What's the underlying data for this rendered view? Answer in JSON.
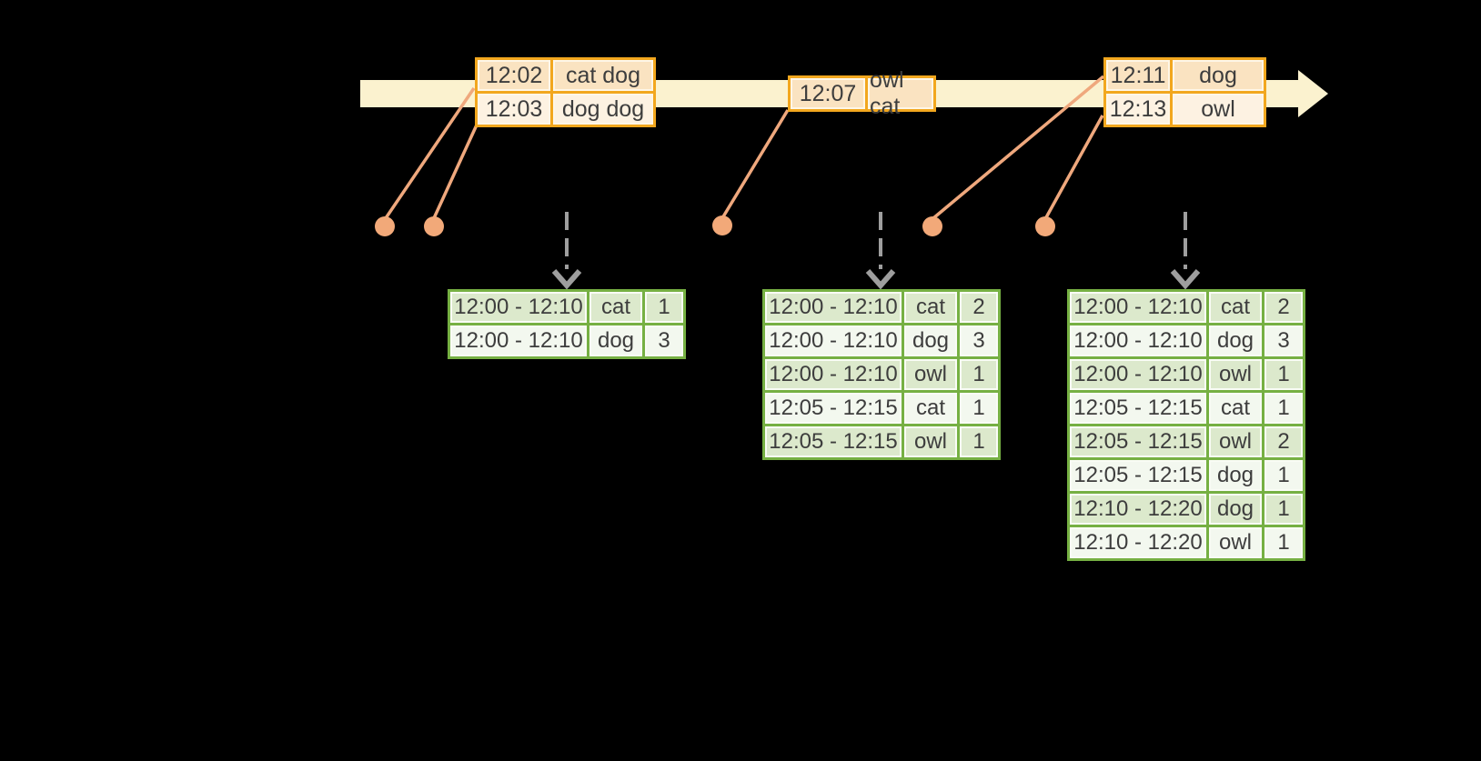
{
  "colors": {
    "background": "#000000",
    "timeline": "#FBF2CF",
    "event_border": "#F2A71E",
    "event_row_odd": "#FAE3C1",
    "event_row_even": "#FDF2E2",
    "event_inset": "#FEF6E7",
    "result_border": "#76B043",
    "result_row_odd": "#DCE9CC",
    "result_row_even": "#F3F8EF",
    "result_inset": "#F9FCF5",
    "connector": "#EFA87D",
    "dot": "#F2A979",
    "dashed_arrow": "#9E9E9E",
    "text": "#3D3D3D"
  },
  "event_tables": [
    {
      "rows": [
        [
          "12:02",
          "cat dog"
        ],
        [
          "12:03",
          "dog dog"
        ]
      ]
    },
    {
      "rows": [
        [
          "12:07",
          "owl cat"
        ]
      ]
    },
    {
      "rows": [
        [
          "12:11",
          "dog"
        ],
        [
          "12:13",
          "owl"
        ]
      ]
    }
  ],
  "result_tables": [
    {
      "rows": [
        [
          "12:00 - 12:10",
          "cat",
          "1"
        ],
        [
          "12:00 - 12:10",
          "dog",
          "3"
        ]
      ]
    },
    {
      "rows": [
        [
          "12:00 - 12:10",
          "cat",
          "2"
        ],
        [
          "12:00 - 12:10",
          "dog",
          "3"
        ],
        [
          "12:00 - 12:10",
          "owl",
          "1"
        ],
        [
          "12:05 - 12:15",
          "cat",
          "1"
        ],
        [
          "12:05 - 12:15",
          "owl",
          "1"
        ]
      ]
    },
    {
      "rows": [
        [
          "12:00 - 12:10",
          "cat",
          "2"
        ],
        [
          "12:00 - 12:10",
          "dog",
          "3"
        ],
        [
          "12:00 - 12:10",
          "owl",
          "1"
        ],
        [
          "12:05 - 12:15",
          "cat",
          "1"
        ],
        [
          "12:05 - 12:15",
          "owl",
          "2"
        ],
        [
          "12:05 - 12:15",
          "dog",
          "1"
        ],
        [
          "12:10 - 12:20",
          "dog",
          "1"
        ],
        [
          "12:10 - 12:20",
          "owl",
          "1"
        ]
      ]
    }
  ]
}
